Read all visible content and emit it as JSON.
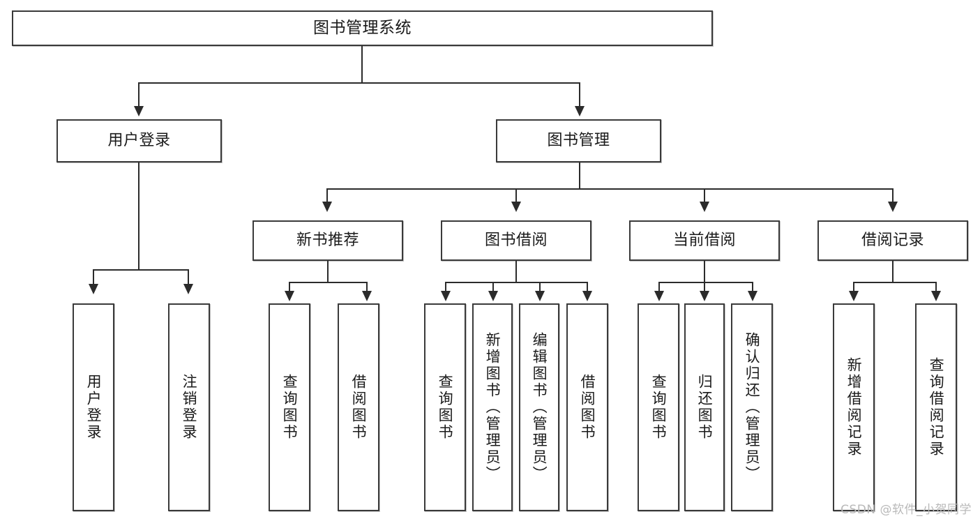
{
  "diagram": {
    "title": "图书管理系统",
    "watermark": "CSDN @软件_小贺同学",
    "colors": {
      "box_border": "#3a3a3a",
      "line": "#2b2b2b",
      "background": "#ffffff",
      "text": "#1a1a1a",
      "watermark": "#b9b9b9"
    },
    "root": {
      "label": "图书管理系统"
    },
    "level2": [
      {
        "label": "用户登录"
      },
      {
        "label": "图书管理"
      }
    ],
    "level3": [
      {
        "label": "新书推荐"
      },
      {
        "label": "图书借阅"
      },
      {
        "label": "当前借阅"
      },
      {
        "label": "借阅记录"
      }
    ],
    "leaves": {
      "user_login": [
        {
          "label": "用户登录"
        },
        {
          "label": "注销登录"
        }
      ],
      "new_book_recommend": [
        {
          "label": "查询图书"
        },
        {
          "label": "借阅图书"
        }
      ],
      "book_borrow": [
        {
          "label": "查询图书"
        },
        {
          "label": "新增图书（管理员）"
        },
        {
          "label": "编辑图书（管理员）"
        },
        {
          "label": "借阅图书"
        }
      ],
      "current_borrow": [
        {
          "label": "查询图书"
        },
        {
          "label": "归还图书"
        },
        {
          "label": "确认归还（管理员）"
        }
      ],
      "borrow_record": [
        {
          "label": "新增借阅记录"
        },
        {
          "label": "查询借阅记录"
        }
      ]
    }
  }
}
